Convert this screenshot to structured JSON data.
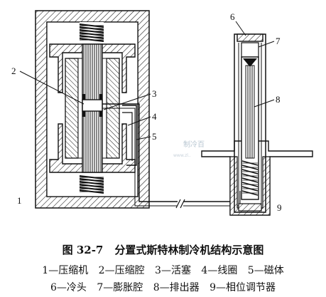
{
  "figure": {
    "callouts": [
      "1",
      "2",
      "3",
      "4",
      "5",
      "6",
      "7",
      "8",
      "9"
    ],
    "watermark": "制冷百",
    "watermark_small": "www.zl.."
  },
  "caption": {
    "number": "图 32-7",
    "title": "分置式斯特林制冷机结构示意图"
  },
  "legend": {
    "line1": [
      "1—压缩机",
      "2—压缩腔",
      "3—活塞",
      "4—线圈",
      "5—磁体"
    ],
    "line2": [
      "6—冷头",
      "7—膨胀腔",
      "8—排出器",
      "9—相位调节器"
    ]
  },
  "colors": {
    "ink": "#111111",
    "background": "#ffffff",
    "watermark": "#b9c7d2"
  }
}
